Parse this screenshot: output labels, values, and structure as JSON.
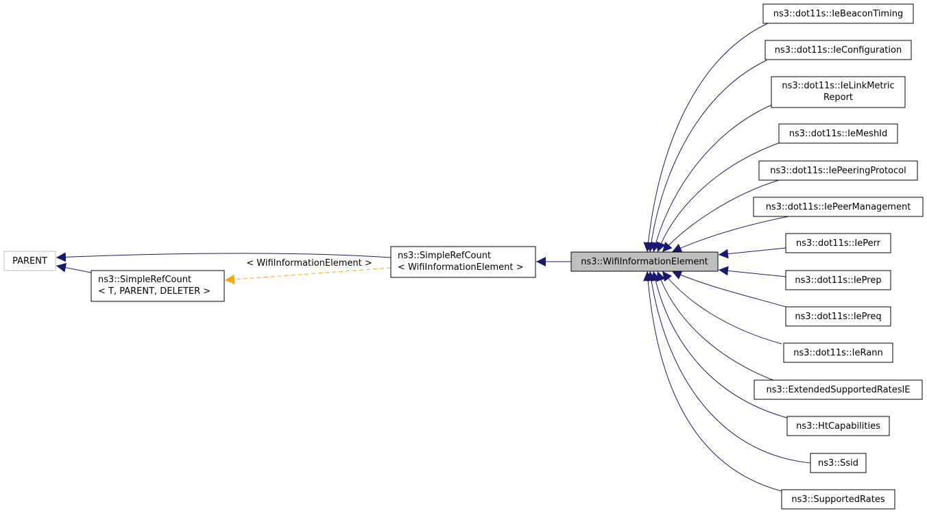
{
  "colors": {
    "edge": "#191970",
    "template_edge": "#ffa500",
    "highlight_fill": "#bfbfbf",
    "node_border": "#000000",
    "ghost_border": "#bfbfbf"
  },
  "nodes": {
    "parent": {
      "label": "PARENT"
    },
    "simplerefcount_generic": {
      "line1": "ns3::SimpleRefCount",
      "line2": "< T, PARENT, DELETER >"
    },
    "simplerefcount_wifi": {
      "line1": "ns3::SimpleRefCount",
      "line2": "< WifiInformationElement >"
    },
    "wifi_information_element": {
      "label": "ns3::WifiInformationElement"
    },
    "children": [
      {
        "label": "ns3::dot11s::IeBeaconTiming"
      },
      {
        "label": "ns3::dot11s::IeConfiguration"
      },
      {
        "line1": "ns3::dot11s::IeLinkMetric",
        "line2": "Report"
      },
      {
        "label": "ns3::dot11s::IeMeshId"
      },
      {
        "label": "ns3::dot11s::IePeeringProtocol"
      },
      {
        "label": "ns3::dot11s::IePeerManagement"
      },
      {
        "label": "ns3::dot11s::IePerr"
      },
      {
        "label": "ns3::dot11s::IePrep"
      },
      {
        "label": "ns3::dot11s::IePreq"
      },
      {
        "label": "ns3::dot11s::IeRann"
      },
      {
        "label": "ns3::ExtendedSupportedRatesIE"
      },
      {
        "label": "ns3::HtCapabilities"
      },
      {
        "label": "ns3::Ssid"
      },
      {
        "label": "ns3::SupportedRates"
      }
    ]
  },
  "edge_labels": {
    "template_instantiation": "< WifiInformationElement >"
  }
}
